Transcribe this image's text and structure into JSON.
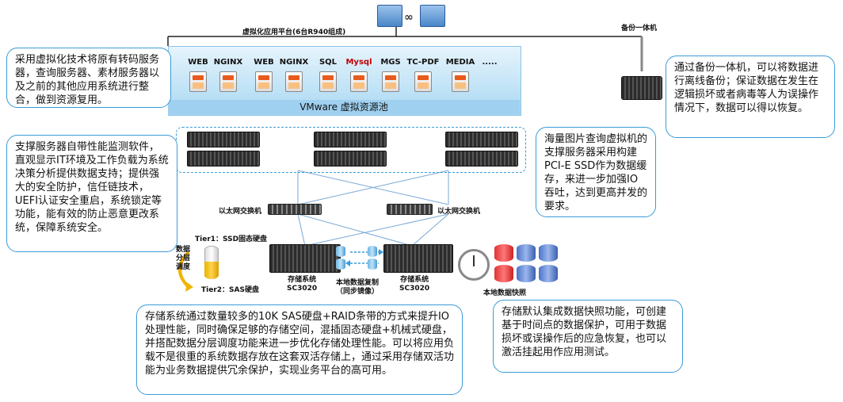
{
  "top": {
    "platform_label": "虚拟化应用平台(6台R940组成)",
    "backup_label": "备份一体机"
  },
  "apps": [
    "WEB",
    "NGINX",
    "WEB",
    "NGINX",
    "SQL",
    "Mysql",
    "MGS",
    "TC-PDF",
    "MEDIA",
    "....."
  ],
  "pool_label": "VMware 虚拟资源池",
  "network": {
    "switch_left_label": "以太网交换机",
    "switch_right_label": "以太网交换机"
  },
  "storage": {
    "tier1_label": "Tier1：SSD固态硬盘",
    "tier2_label": "Tier2：SAS硬盘",
    "tiering_label": "数据\n分层\n调度",
    "system_left_label": "存储系统\nSC3020",
    "system_right_label": "存储系统\nSC3020",
    "replication_label": "本地数据复制\n（同步镜像）",
    "snapshot_label": "本地数据快照"
  },
  "callouts": {
    "virtualization": "采用虚拟化技术将原有转码服务器，查询服务器、素材服务器以及之前的其他应用系统进行整合，做到资源复用。",
    "monitoring": "支撑服务器自带性能监测软件，直观显示IT环境及工作负载为系统决策分析提供数据支持；提供强大的安全防护，信任链技术，UEFI认证安全重启，系统锁定等功能，能有效的防止恶意更改系统，保障系统安全。",
    "backup": "通过备份一体机，可以将数据进行离线备份；保证数据在发生在逻辑损坏或者病毒等人为误操作情况下，数据可以得以恢复。",
    "ssd": "海量图片查询虚拟机的支撑服务器采用构建PCI-E SSD作为数据缓存，来进一步加强IO吞吐，达到更高并发的要求。",
    "storage": "存储系统通过数量较多的10K SAS硬盘+RAID条带的方式来提升IO处理性能，同时确保足够的存储空间，混插固态硬盘+机械式硬盘，并搭配数据分层调度功能来进一步优化存储处理性能。可以将应用负载不是很重的系统数据存放在这套双活存储上，通过采用存储双活功能为业务数据提供冗余保护，实现业务平台的高可用。",
    "snapshot": "存储默认集成数据快照功能，可创建基于时间点的数据保护，可用于数据损坏或误操作后的应急恢复，也可以激活挂起用作应用测试。"
  },
  "colors": {
    "callout_border": "#3a9bd8",
    "pool_fill": "#bfe3f7",
    "mysql_text": "#c00000"
  }
}
